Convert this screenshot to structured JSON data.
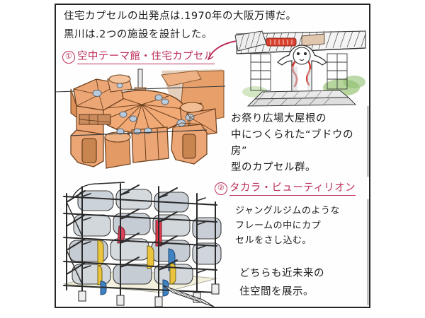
{
  "page": {
    "title": "住宅カプセルの出発点 — 1970年大阪万博 手描きノート",
    "background_color": "#ffffff",
    "frame_color": "#262626",
    "accent_color": "#bc2f58",
    "ink_color": "#1c1c1c"
  },
  "intro": {
    "line1": "住宅カプセルの出発点は.1970年の大阪万博だ。",
    "line2": "黒川は.2つの施設を設計した。"
  },
  "sections": [
    {
      "number": "①",
      "heading": "空中テーマ館・住宅カプセル",
      "caption": "お祭り広場大屋根の\n中につくられた“ブドウの房”\n型のカプセル群。",
      "illustration_name": "expo-tower-capsule-cluster-sketch",
      "illustration_palette": [
        "#f0a775",
        "#e28c52",
        "#b8c8d8",
        "#c2703c"
      ]
    },
    {
      "number": "②",
      "heading": "タカラ・ビューティリオン",
      "caption": "ジャングルジムのような\nフレームの中にカプ\nセルをさし込む。",
      "illustration_name": "takara-beautilion-frame-sketch",
      "illustration_palette": [
        "#c9ced6",
        "#e8c33b",
        "#d93b52",
        "#3f7fc0"
      ]
    }
  ],
  "closing": {
    "line1": "どちらも近未来の",
    "line2": "住空間を展示。"
  },
  "top_right_sketch": {
    "name": "tower-of-the-sun-under-big-roof-sketch",
    "palette": [
      "#d84a3a",
      "#8fbf70",
      "#b9bfc6",
      "#ffffff"
    ]
  },
  "icons": {
    "arrow": "curved-arrow-icon",
    "circle_one": "circled-number-one-icon",
    "circle_two": "circled-number-two-icon"
  }
}
